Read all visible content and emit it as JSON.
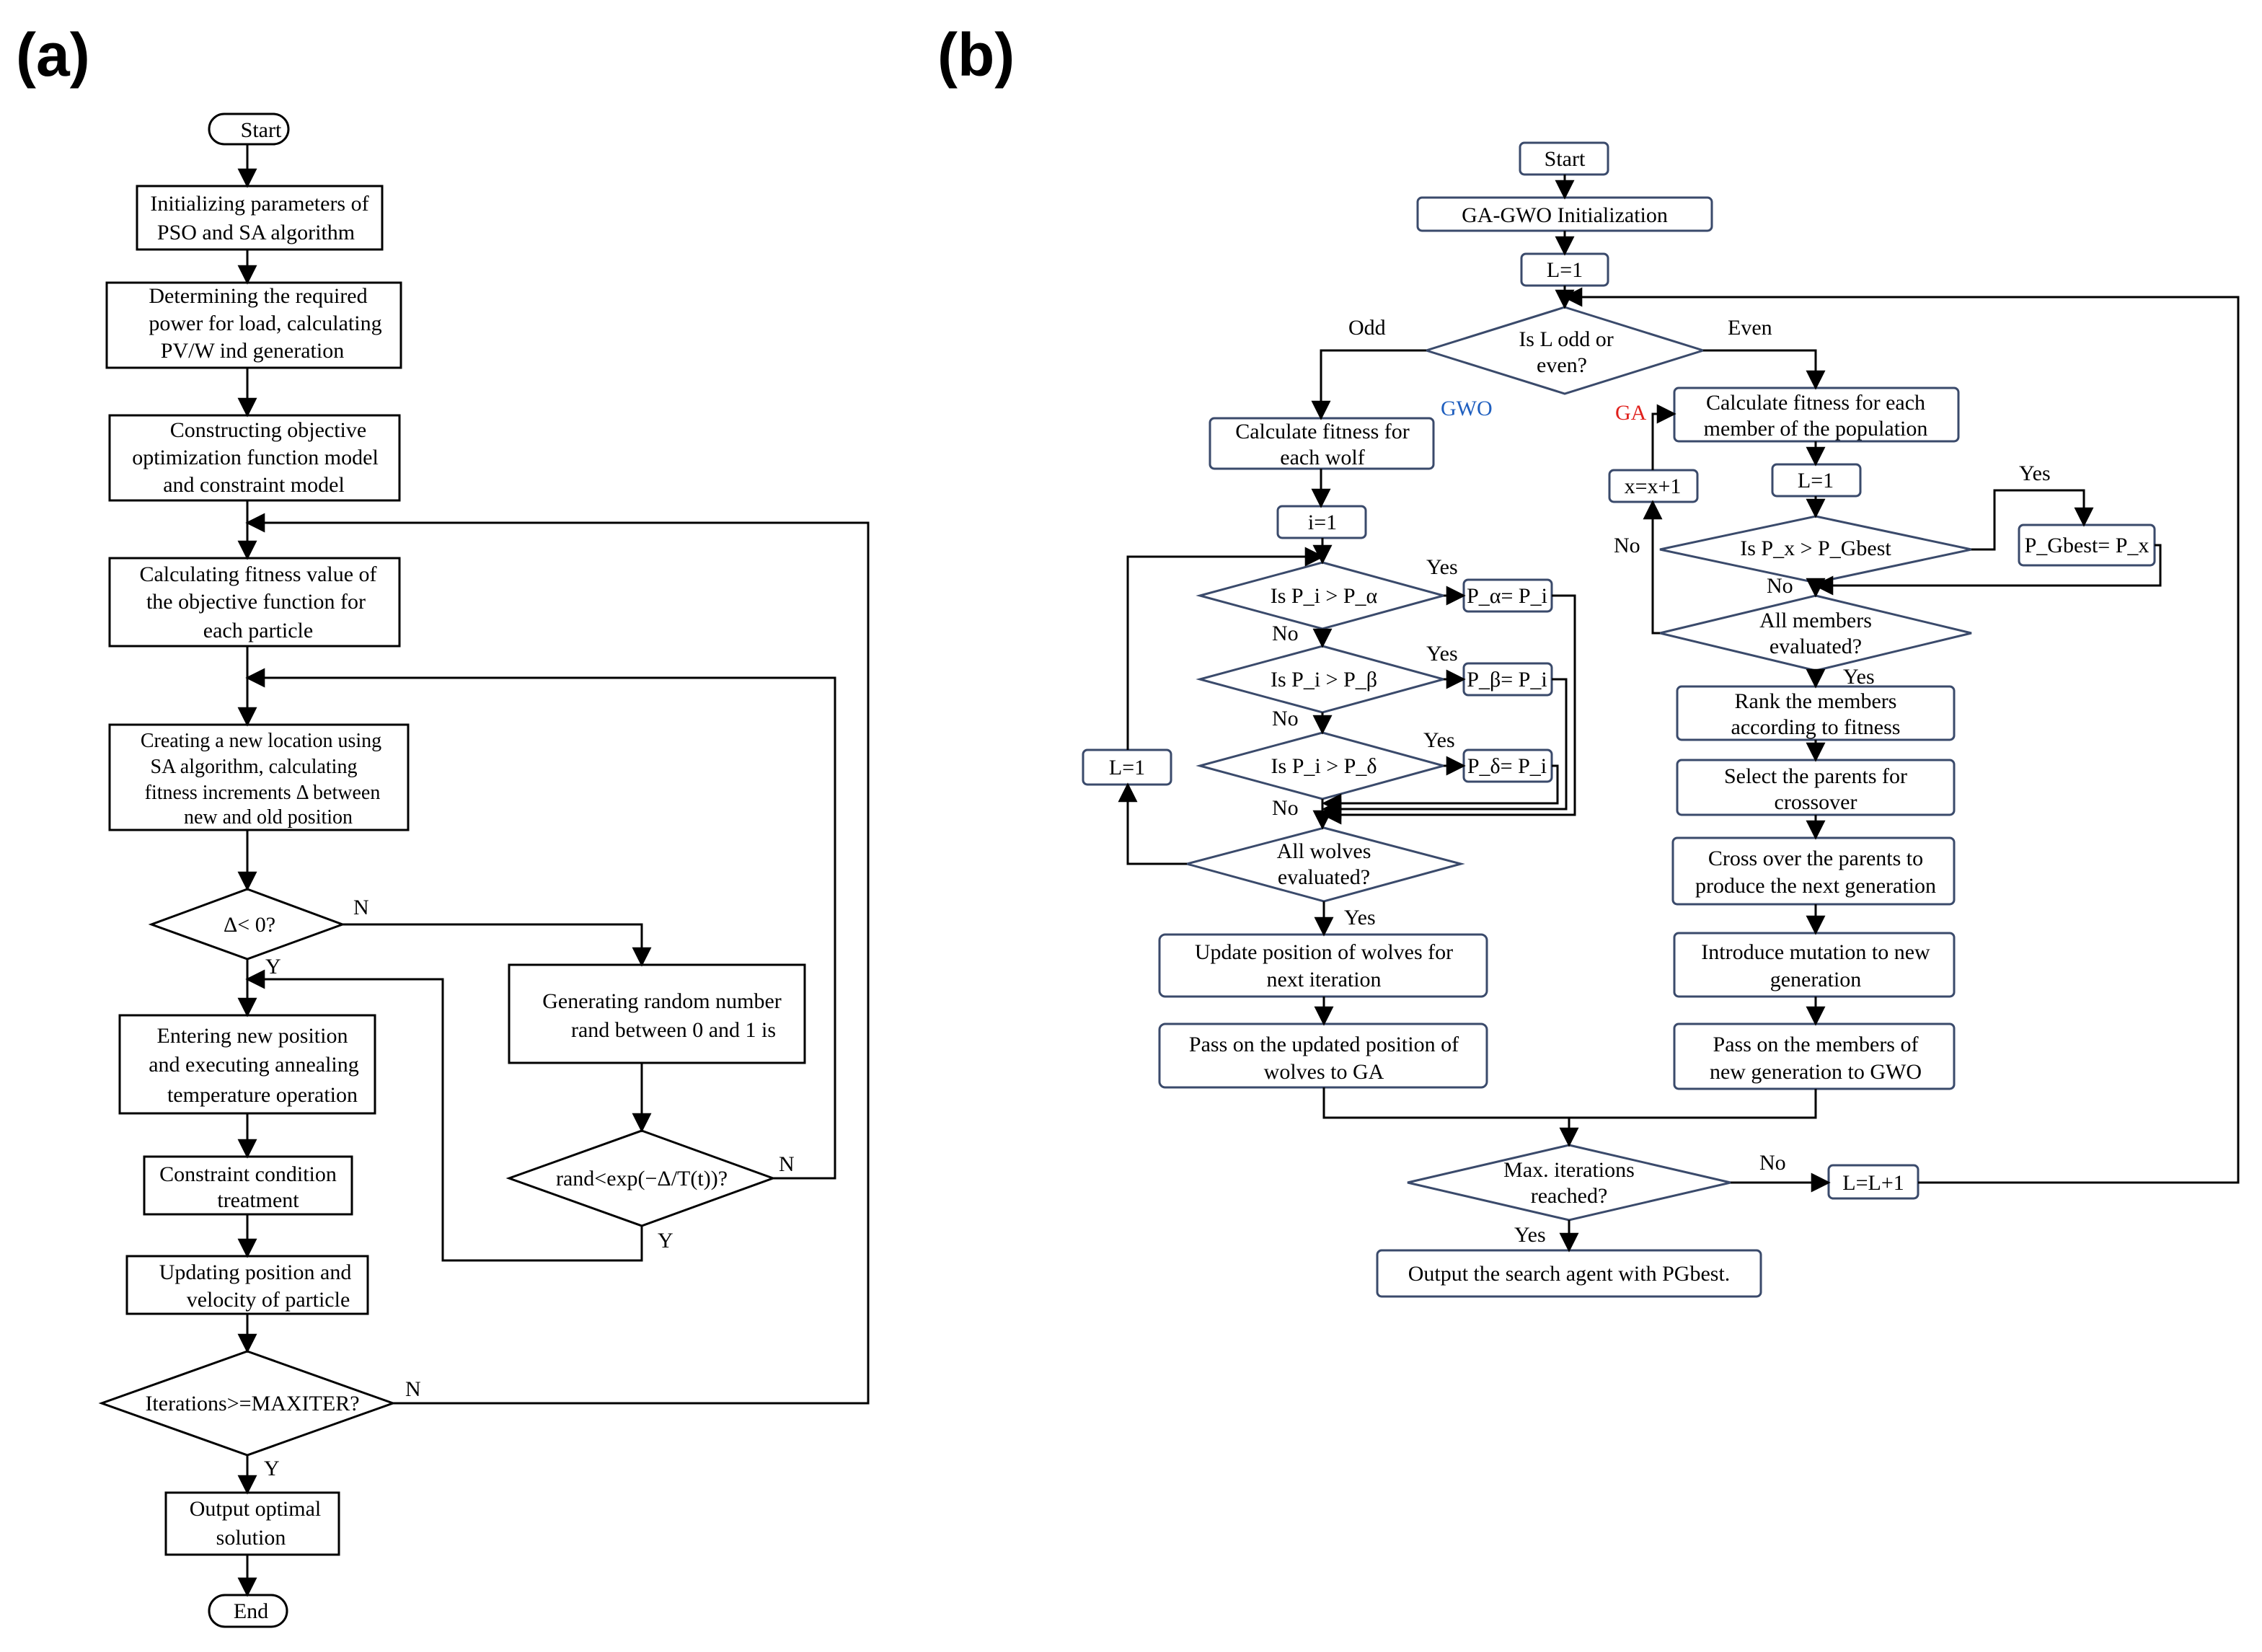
{
  "panels": {
    "a": {
      "label": "(a)",
      "nodes": {
        "start": "Start",
        "init": [
          "Initializing  parameters of",
          "PSO and SA algorithm"
        ],
        "power": [
          "Determining the required",
          "power for load, calculating",
          "PV/W ind  generation"
        ],
        "model": [
          "Constructing objective",
          "optimization function model",
          "and constraint model"
        ],
        "fitness": [
          "Calculating fitness value of",
          "the objective function for",
          "each particle"
        ],
        "newloc": [
          "Creating a new location using",
          "SA algorithm, calculating",
          "fitness increments Δ between",
          "new and old position"
        ],
        "delta": "Δ< 0?",
        "enter": [
          "Entering new position",
          "and executing annealing",
          "temperature operation"
        ],
        "random": [
          "Generating  random number",
          "rand between 0 and 1 is"
        ],
        "rand_cond": "rand<exp(−Δ/T(t))?",
        "constraint": [
          "Constraint condition",
          "treatment"
        ],
        "update": [
          "Updating position and",
          "velocity of particle"
        ],
        "iter": "Iterations>=MAXITER?",
        "output": [
          "Output optimal",
          "solution"
        ],
        "end": "End"
      },
      "edge_labels": {
        "delta_no": "N",
        "delta_yes": "Y",
        "rand_no": "N",
        "rand_yes": "Y",
        "iter_no": "N",
        "iter_yes": "Y"
      }
    },
    "b": {
      "label": "(b)",
      "nodes": {
        "start": "Start",
        "init": "GA-GWO Initialization",
        "l1": "L=1",
        "odd_even": [
          "Is L odd or",
          "even?"
        ],
        "gwo_fit": [
          "Calculate fitness for",
          "each wolf"
        ],
        "i1": "i=1",
        "cmp_alpha": "Is P_i > P_α",
        "set_alpha": "P_α= P_i",
        "cmp_beta": "Is P_i > P_β",
        "set_beta": "P_β= P_i",
        "cmp_delta": "Is P_i > P_δ",
        "set_delta": "P_δ= P_i",
        "l1_loop": "L=1",
        "all_wolves": [
          "All wolves",
          "evaluated?"
        ],
        "update_wolves": [
          "Update position of wolves for",
          "next iteration"
        ],
        "pass_ga": [
          "Pass on the updated position of",
          "wolves to GA"
        ],
        "ga_fit": [
          "Calculate fitness for each",
          "member of the population"
        ],
        "ga_l1": "L=1",
        "x_inc": "x=x+1",
        "cmp_gbest": "Is P_x > P_Gbest",
        "set_gbest": "P_Gbest= P_x",
        "all_members": [
          "All members",
          "evaluated?"
        ],
        "rank": [
          "Rank the members",
          "according to fitness"
        ],
        "select": [
          "Select the parents for",
          "crossover"
        ],
        "cross": [
          "Cross over the parents to",
          "produce the next generation"
        ],
        "mutate": [
          "Introduce mutation to new",
          "generation"
        ],
        "pass_gwo": [
          "Pass on the members of",
          "new generation to GWO"
        ],
        "max_iter": [
          "Max. iterations",
          "reached?"
        ],
        "l_inc": "L=L+1",
        "output": "Output the search agent with PGbest."
      },
      "edge_labels": {
        "odd": "Odd",
        "even": "Even",
        "gwo": "GWO",
        "ga": "GA",
        "alpha_yes": "Yes",
        "alpha_no": "No",
        "beta_yes": "Yes",
        "beta_no": "No",
        "delta_yes": "Yes",
        "delta_no": "No",
        "wolves_yes": "Yes",
        "gbest_yes": "Yes",
        "gbest_no": "No",
        "members_no": "No",
        "members_yes": "Yes",
        "max_no": "No",
        "max_yes": "Yes"
      },
      "colors": {
        "box_stroke": "#3a4a6b",
        "gwo_label": "#1f5fbf",
        "ga_label": "#e0201c"
      }
    }
  }
}
